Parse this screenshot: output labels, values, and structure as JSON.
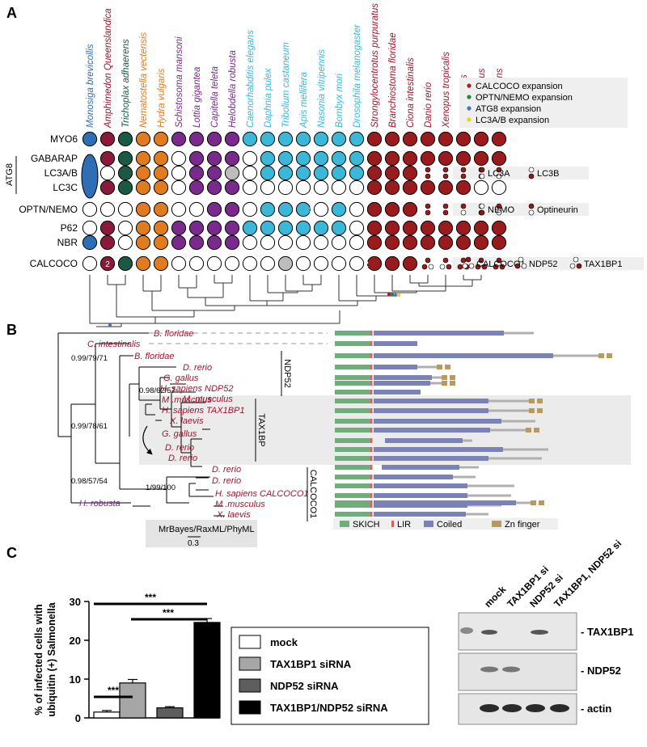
{
  "panels": {
    "a": "A",
    "b": "B",
    "c": "C"
  },
  "species": [
    {
      "name": "Monosiga brevicollis",
      "color": "#2f6db5"
    },
    {
      "name": "Amphimedon Queenslandica",
      "color": "#a0152e"
    },
    {
      "name": "Trichoplax adhaerens",
      "color": "#1a5a45"
    },
    {
      "name": "Nematostella vectensis",
      "color": "#e07b20"
    },
    {
      "name": "Hydra vulgaris",
      "color": "#e07b20"
    },
    {
      "name": "Schistosoma mansoni",
      "color": "#7a2a8c"
    },
    {
      "name": "Lottia gigantea",
      "color": "#7a2a8c"
    },
    {
      "name": "Capitella teleta",
      "color": "#7a2a8c"
    },
    {
      "name": "Helobdella robusta",
      "color": "#7a2a8c"
    },
    {
      "name": "Caenorhabditis elegans",
      "color": "#3bb8d8"
    },
    {
      "name": "Daphnia pulex",
      "color": "#3bb8d8"
    },
    {
      "name": "Tribolium castaneum",
      "color": "#3bb8d8"
    },
    {
      "name": "Apis mellifera",
      "color": "#3bb8d8"
    },
    {
      "name": "Nasonia vitripennis",
      "color": "#3bb8d8"
    },
    {
      "name": "Bombyx mori",
      "color": "#3bb8d8"
    },
    {
      "name": "Drosophila melanogaster",
      "color": "#3bb8d8"
    },
    {
      "name": "Strongylocentrotus purpuratus",
      "color": "#a0152e"
    },
    {
      "name": "Branchiostoma floridae",
      "color": "#a0152e"
    },
    {
      "name": "Ciona intestinalis",
      "color": "#a0152e"
    },
    {
      "name": "Danio rerio",
      "color": "#a0152e"
    },
    {
      "name": "Xenopus tropicalis",
      "color": "#a0152e"
    },
    {
      "name": "Gallus gallus",
      "color": "#a0152e"
    },
    {
      "name": "Mus musculus",
      "color": "#a0152e"
    },
    {
      "name": "Homo sapiens",
      "color": "#a0152e"
    }
  ],
  "legend_a": [
    {
      "label": "CALCOCO expansion",
      "color": "#b5152b"
    },
    {
      "label": "OPTN/NEMO expansion",
      "color": "#1f8a3a"
    },
    {
      "label": "ATG8 expansion",
      "color": "#4a72c0"
    },
    {
      "label": "LC3A/B expansion",
      "color": "#e8d31a"
    }
  ],
  "atg8_label": "ATG8",
  "genes": [
    "MYO6",
    "GABARAP",
    "LC3A/B",
    "LC3C",
    "OPTN/NEMO",
    "P62",
    "NBR",
    "CALCOCO"
  ],
  "gene_keys": {
    "lc3": {
      "a": "LC3A",
      "b": "LC3B"
    },
    "optn": {
      "a": "NEMO",
      "b": "Optineurin"
    },
    "calcoco": {
      "a": "CALCOCO1",
      "b": "NDP52",
      "c": "TAX1BP1"
    }
  },
  "circle_numbers": [
    "2",
    "2",
    "2"
  ],
  "tree_b": {
    "taxa": [
      "B. floridae",
      "C. intestinalis",
      "B. floridae",
      "D. rerio",
      "G. gallus",
      "H. sapiens NDP52",
      "M .musculus",
      "M .musculus",
      "H. sapiens TAX1BP1",
      "X. laevis",
      "G. gallus",
      "D. rerio",
      "D. rerio",
      "D. rerio",
      "D. rerio",
      "H. sapiens CALCOCO1",
      "M .musculus",
      "X. laevis",
      "H. robusta"
    ],
    "supports": [
      "0.99/79/71",
      "0.98/62/57",
      "0.99/78/61",
      "0.98/57/54",
      "1/99/100"
    ],
    "clades": [
      "NDP52",
      "TAX1BP",
      "CALCOCO1"
    ],
    "method": "MrBayes/RaxML/PhyML",
    "scale": "0.3"
  },
  "domain_legend": [
    {
      "label": "SKICH",
      "color": "#6fae7a"
    },
    {
      "label": "LIR",
      "color": "#d4645a"
    },
    {
      "label": "Coiled",
      "color": "#7a82b8"
    },
    {
      "label": "Zn finger",
      "color": "#b59a62"
    }
  ],
  "chart_data": {
    "type": "bar",
    "categories": [
      "mock",
      "TAX1BP1 siRNA",
      "NDP52 siRNA",
      "TAX1BP1/NDP52 siRNA"
    ],
    "values": [
      1.5,
      9.0,
      2.6,
      24.6
    ],
    "errors": [
      0.4,
      0.9,
      0.3,
      1.0
    ],
    "colors": [
      "#ffffff",
      "#a6a6a6",
      "#5e5e5e",
      "#000000"
    ],
    "ylabel_line1": "% of infected cells with",
    "ylabel_line2": "ubiquitin (+) Salmonella",
    "ylim": [
      0,
      30
    ],
    "yticks": [
      "0",
      "10",
      "20",
      "30"
    ],
    "significance": [
      "***",
      "***",
      "***"
    ]
  },
  "blot": {
    "lanes": [
      "mock",
      "TAX1BP1 si",
      "NDP52 si",
      "TAX1BP1, NDP52 si"
    ],
    "bands": [
      "- TAX1BP1",
      "- NDP52",
      "- actin"
    ]
  }
}
